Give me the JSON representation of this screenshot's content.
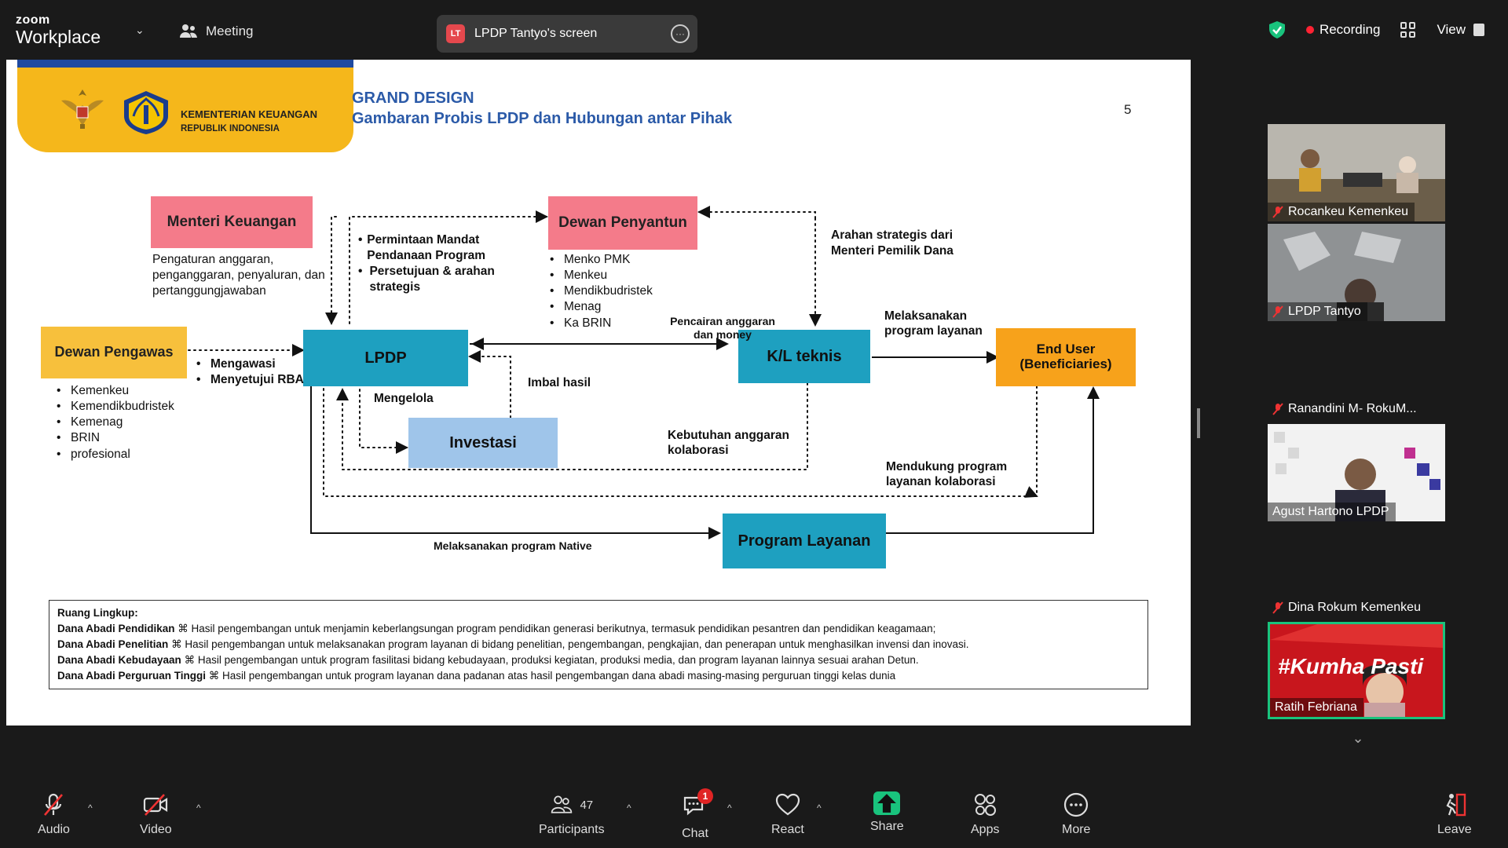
{
  "app": {
    "brand_top": "zoom",
    "brand_bottom": "Workplace",
    "meeting_label": "Meeting",
    "share_badge": "LT",
    "share_title": "LPDP Tantyo's screen",
    "recording_label": "Recording",
    "view_label": "View"
  },
  "slide": {
    "logo_line1": "KEMENTERIAN KEUANGAN",
    "logo_line2": "REPUBLIK INDONESIA",
    "title1": "GRAND DESIGN",
    "title2": "Gambaran Probis LPDP dan Hubungan antar Pihak",
    "page_number": "5",
    "boxes": {
      "menteri": "Menteri Keuangan",
      "dewan_penyantun": "Dewan Penyantun",
      "dewan_pengawas": "Dewan Pengawas",
      "lpdp": "LPDP",
      "kl_teknis": "K/L teknis",
      "end_user": "End User (Beneficiaries)",
      "investasi": "Investasi",
      "program_layanan": "Program Layanan"
    },
    "texts": {
      "menteri_desc": "Pengaturan anggaran, penganggaran, penyaluran, dan pertanggungjawaban",
      "permintaan": [
        "Permintaan Mandat Pendanaan Program",
        "Persetujuan & arahan strategis"
      ],
      "penyantun_members": [
        "Menko PMK",
        "Menkeu",
        "Mendikbudristek",
        "Menag",
        "Ka BRIN"
      ],
      "arahan": "Arahan strategis dari Menteri Pemilik Dana",
      "pencairan": "Pencairan anggaran dan money",
      "melaksanakan": "Melaksanakan program layanan",
      "mengawasi": [
        "Mengawasi",
        "Menyetujui RBA"
      ],
      "pengawas_members": [
        "Kemenkeu",
        "Kemendikbudristek",
        "Kemenag",
        "BRIN",
        "profesional"
      ],
      "mengelola": "Mengelola",
      "imbal_hasil": "Imbal hasil",
      "kebutuhan": "Kebutuhan anggaran kolaborasi",
      "mendukung": "Mendukung program layanan kolaborasi",
      "native": "Melaksanakan program Native"
    },
    "scope": {
      "heading": "Ruang Lingkup:",
      "rows": [
        {
          "label": "Dana Abadi Pendidikan",
          "text": "⌘ Hasil pengembangan untuk menjamin keberlangsungan program pendidikan generasi berikutnya, termasuk pendidikan pesantren dan pendidikan keagamaan;"
        },
        {
          "label": "Dana Abadi Penelitian",
          "text": "⌘ Hasil pengembangan untuk melaksanakan program layanan di bidang penelitian, pengembangan, pengkajian, dan penerapan untuk menghasilkan invensi dan inovasi."
        },
        {
          "label": "Dana Abadi Kebudayaan",
          "text": "⌘ Hasil pengembangan untuk program fasilitasi bidang kebudayaan, produksi kegiatan, produksi media, dan program layanan lainnya sesuai arahan Detun."
        },
        {
          "label": "Dana Abadi Perguruan Tinggi",
          "text": "⌘ Hasil pengembangan untuk program layanan dana padanan atas hasil pengembangan dana abadi masing-masing perguruan tinggi kelas dunia"
        }
      ]
    }
  },
  "participants": [
    {
      "name": "Rocankeu Kemenkeu",
      "video": true
    },
    {
      "name": "LPDP Tantyo",
      "video": true
    },
    {
      "name": "Ranandini M- RokuM...",
      "video": false
    },
    {
      "name": "Agust Hartono LPDP",
      "video": true
    },
    {
      "name": "Dina Rokum Kemenkeu",
      "video": false
    },
    {
      "name": "Ratih Febriana",
      "video": true,
      "banner": "#Kumha  Pasti"
    }
  ],
  "toolbar": {
    "audio": "Audio",
    "video": "Video",
    "participants": "Participants",
    "participants_count": "47",
    "chat": "Chat",
    "chat_badge": "1",
    "react": "React",
    "share": "Share",
    "apps": "Apps",
    "more": "More",
    "leave": "Leave"
  },
  "colors": {
    "accent_green": "#19c37d",
    "record_red": "#ff2233",
    "slide_title_blue": "#2b5aa8"
  }
}
